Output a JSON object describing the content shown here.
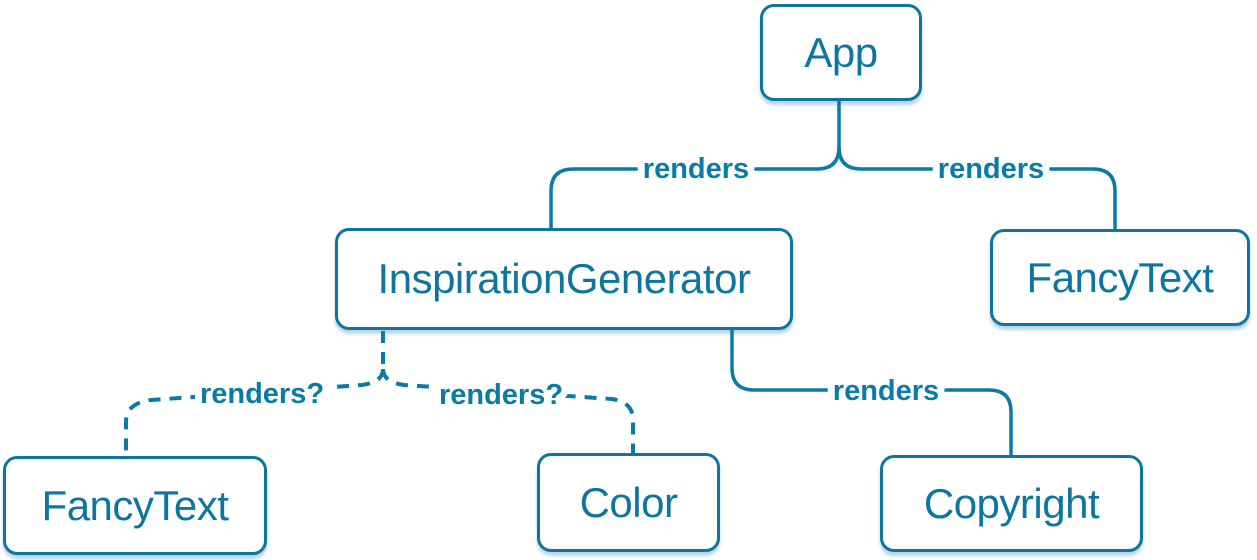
{
  "diagram": {
    "accent_color": "#0a7ba6",
    "node_background": "#ffffff",
    "nodes": [
      {
        "id": "app",
        "label": "App"
      },
      {
        "id": "inspiration-generator",
        "label": "InspirationGenerator"
      },
      {
        "id": "fancy-text-top",
        "label": "FancyText"
      },
      {
        "id": "fancy-text-bottom",
        "label": "FancyText"
      },
      {
        "id": "color",
        "label": "Color"
      },
      {
        "id": "copyright",
        "label": "Copyright"
      }
    ],
    "edges": [
      {
        "from": "App",
        "to": "InspirationGenerator",
        "label": "renders",
        "style": "solid"
      },
      {
        "from": "App",
        "to": "FancyText",
        "label": "renders",
        "style": "solid"
      },
      {
        "from": "InspirationGenerator",
        "to": "FancyText",
        "label": "renders?",
        "style": "dashed"
      },
      {
        "from": "InspirationGenerator",
        "to": "Color",
        "label": "renders?",
        "style": "dashed"
      },
      {
        "from": "InspirationGenerator",
        "to": "Copyright",
        "label": "renders",
        "style": "solid"
      }
    ]
  }
}
